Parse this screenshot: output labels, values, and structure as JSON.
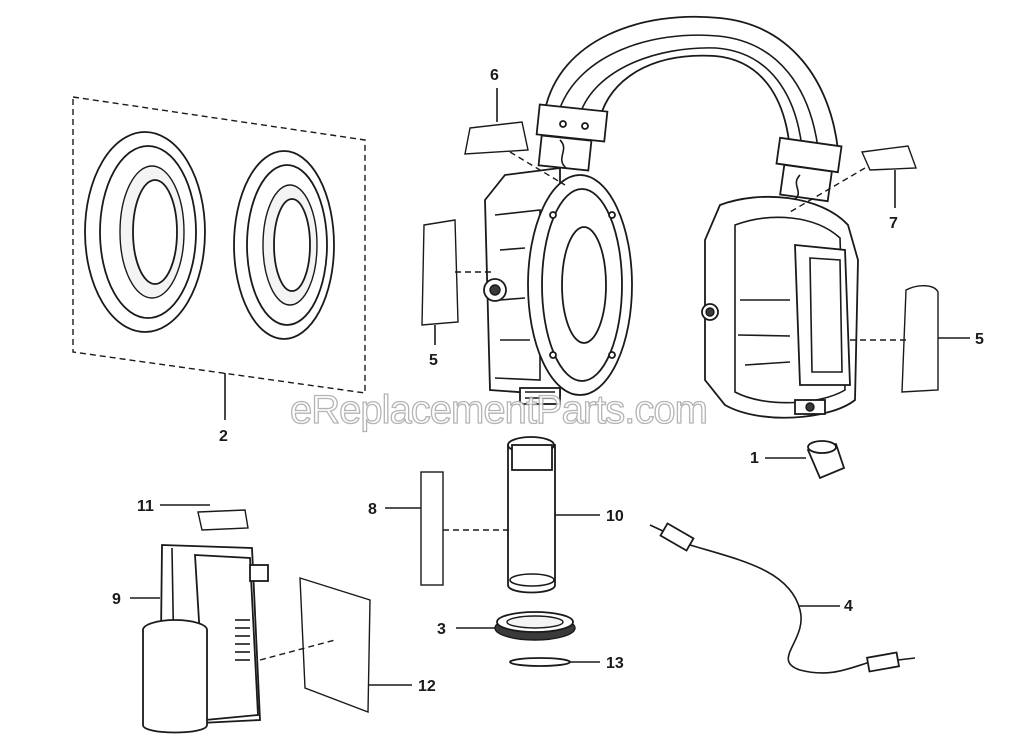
{
  "watermark": "eReplacementParts.com",
  "callouts": [
    {
      "id": "1",
      "text": "1"
    },
    {
      "id": "2",
      "text": "2"
    },
    {
      "id": "3",
      "text": "3"
    },
    {
      "id": "4",
      "text": "4"
    },
    {
      "id": "5a",
      "text": "5"
    },
    {
      "id": "5b",
      "text": "5"
    },
    {
      "id": "6",
      "text": "6"
    },
    {
      "id": "7",
      "text": "7"
    },
    {
      "id": "8",
      "text": "8"
    },
    {
      "id": "9",
      "text": "9"
    },
    {
      "id": "10",
      "text": "10"
    },
    {
      "id": "11",
      "text": "11"
    },
    {
      "id": "12",
      "text": "12"
    },
    {
      "id": "13",
      "text": "13"
    }
  ]
}
